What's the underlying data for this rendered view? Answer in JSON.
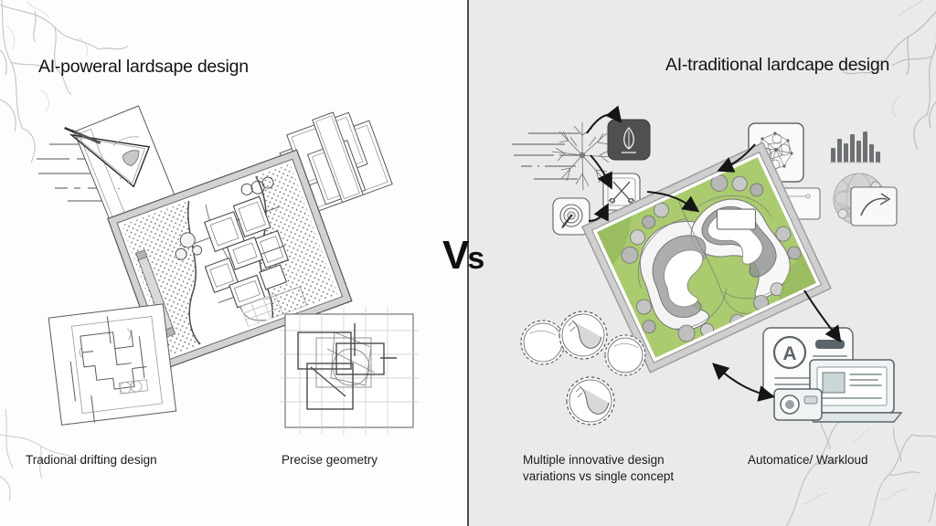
{
  "meta": {
    "left_bg": "#fdfdfd",
    "right_bg": "#eaeaea",
    "divider_color": "#2e2e2e",
    "ink": "#1b1b1b",
    "green": "#aacc6e",
    "green_dark": "#93b85c",
    "gray_plan": "#9a9a9a",
    "icon_dark_bg": "#4f5052"
  },
  "left_panel": {
    "title": "AI-poweral lardsape design",
    "captions": [
      {
        "id": "traditional-drifting-design",
        "text": "Tradional drifting design"
      },
      {
        "id": "precise-geometry",
        "text": "Precise geometry"
      }
    ],
    "figures": [
      {
        "id": "sketch-paper-triangle-ruler",
        "name": "paper-with-triangle-ruler-sketch"
      },
      {
        "id": "sketch-overlapping-rectangles",
        "name": "overlapping-rectangles-sketch"
      },
      {
        "id": "sketch-site-plan-main",
        "name": "rotated-site-plan-drawing"
      },
      {
        "id": "sketch-floor-plan",
        "name": "floor-plan-sketch"
      },
      {
        "id": "sketch-geometry-grid",
        "name": "precise-geometry-grid-drawing"
      },
      {
        "id": "speed-lines-left",
        "name": "motion-speed-lines"
      }
    ]
  },
  "right_panel": {
    "title": "AI-traditional lardcape design",
    "captions": [
      {
        "id": "multiple-variations",
        "text": "Multiple innovative design\nvariations vs single concept"
      },
      {
        "id": "automation-workload",
        "text": "Automatice/ Warkloud"
      }
    ],
    "icons": [
      {
        "id": "leaf-icon",
        "label": "leaf",
        "style": "dark-rounded-square"
      },
      {
        "id": "crossed-tools-icon",
        "label": "crossed-tools",
        "style": "light-rounded-square"
      },
      {
        "id": "target-icon",
        "label": "target-dartboard",
        "style": "light-rounded-square"
      },
      {
        "id": "neural-network-icon",
        "label": "neural-network-nodes",
        "style": "outlined-square"
      },
      {
        "id": "bar-chart-icon",
        "label": "bar-chart",
        "style": "flat-bars"
      },
      {
        "id": "globe-icon",
        "label": "globe-sphere",
        "style": "shaded-circle"
      },
      {
        "id": "arrow-icon",
        "label": "arrow-pointer",
        "style": "outlined-square"
      },
      {
        "id": "document-card-icon",
        "label": "document-card-letter-A",
        "style": "rounded-card"
      },
      {
        "id": "monitor-icon",
        "label": "laptop-monitor-document",
        "style": "outlined"
      },
      {
        "id": "camera-icon",
        "label": "camera-device",
        "style": "outlined"
      }
    ],
    "document_card": {
      "letter": "A"
    },
    "bar_chart_values": [
      16,
      26,
      21,
      31,
      24,
      34,
      20,
      12
    ],
    "figures": [
      {
        "id": "tree-root-network",
        "name": "tree-root-network-sketch"
      },
      {
        "id": "tree-canopies",
        "name": "tree-canopy-circles"
      },
      {
        "id": "landscape-plan",
        "name": "rotated-landscape-plan-colored"
      },
      {
        "id": "speed-lines-right",
        "name": "motion-speed-lines"
      }
    ]
  },
  "divider": {
    "label": "Vs",
    "big": "V",
    "small": "s"
  }
}
